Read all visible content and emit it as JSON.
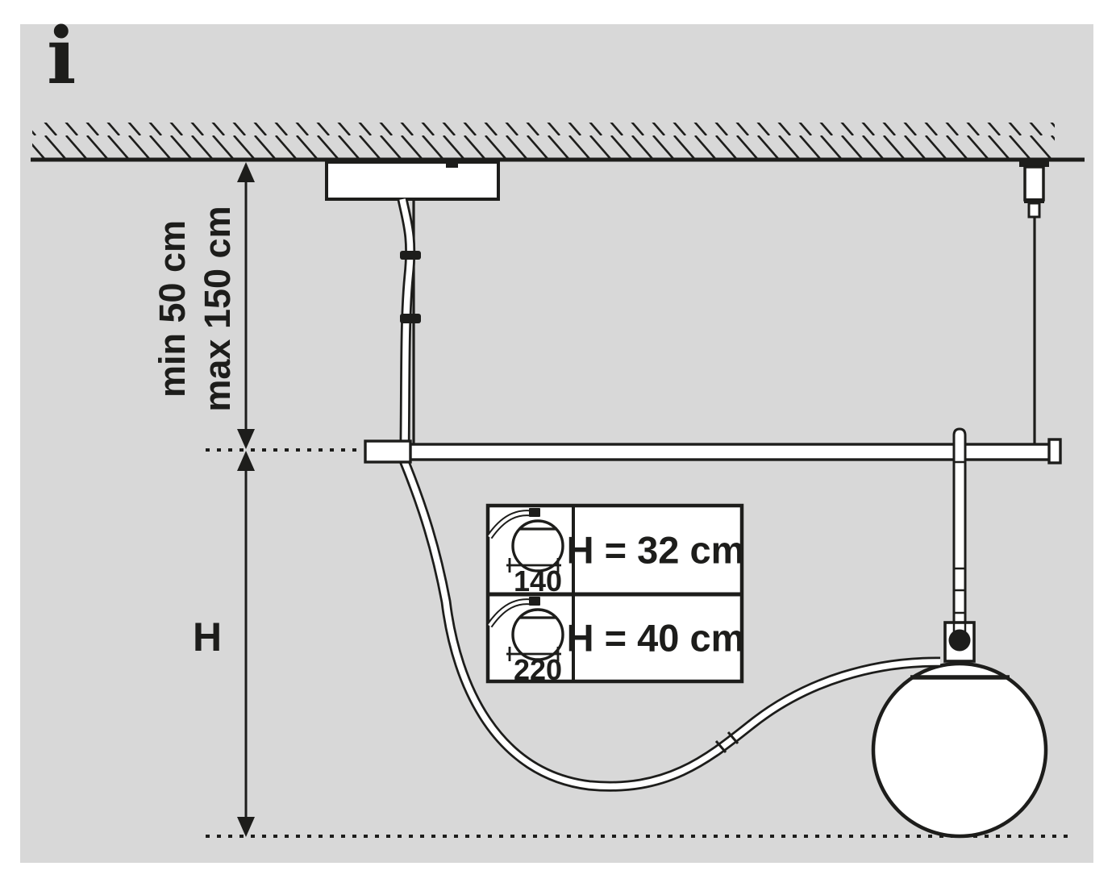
{
  "labels": {
    "info": "i",
    "suspension_min": "min 50 cm",
    "suspension_max": "max 150 cm",
    "height": "H"
  },
  "spec_table": {
    "rows": [
      {
        "diameter_label": "140",
        "height_label": "H = 32 cm"
      },
      {
        "diameter_label": "220",
        "height_label": "H = 40 cm"
      }
    ]
  },
  "colors": {
    "background": "#d8d8d8",
    "ink": "#1d1d1b",
    "surface": "#ffffff"
  }
}
